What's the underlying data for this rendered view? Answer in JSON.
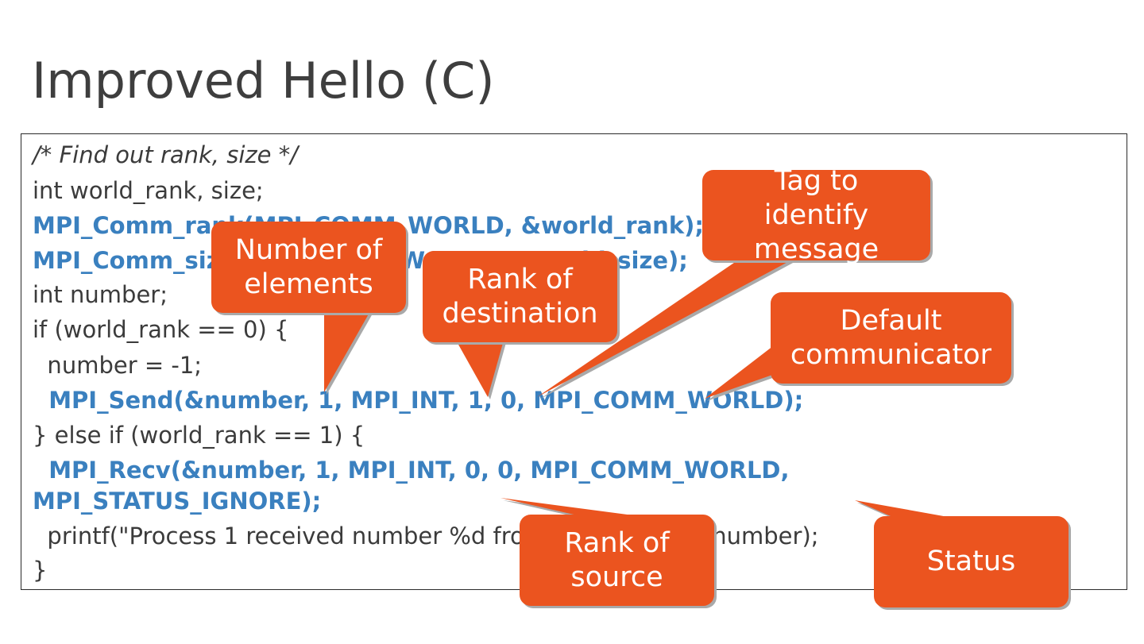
{
  "title": "Improved Hello (C)",
  "code": {
    "comment": "/* Find out rank, size */",
    "decl": "int world_rank, size;",
    "comm_rank": "MPI_Comm_rank(MPI_COMM_WORLD, &world_rank);",
    "comm_size": "MPI_Comm_size(MPI_COMM_WORLD, &world_size);",
    "int_number": "int number;",
    "if_rank0": "if (world_rank == 0) {",
    "assign": "  number = -1;",
    "send": "  MPI_Send(&number, 1, MPI_INT, 1, 0, MPI_COMM_WORLD);",
    "else_if": "} else if (world_rank == 1) {",
    "recv_1": "  MPI_Recv(&number, 1, MPI_INT, 0, 0, MPI_COMM_WORLD,",
    "recv_2": "MPI_STATUS_IGNORE);",
    "printf": "  printf(\"Process 1 received number %d from process 0\\n\", number);",
    "close": "}"
  },
  "callouts": {
    "num_elements": "Number of\nelements",
    "rank_dest": "Rank of\ndestination",
    "tag": "Tag to\nidentify\nmessage",
    "default_comm": "Default\ncommunicator",
    "rank_source": "Rank of\nsource",
    "status": "Status"
  },
  "colors": {
    "callout": "#eb541f",
    "mpi_keyword": "#3a80bf",
    "text": "#3b3b3b"
  }
}
